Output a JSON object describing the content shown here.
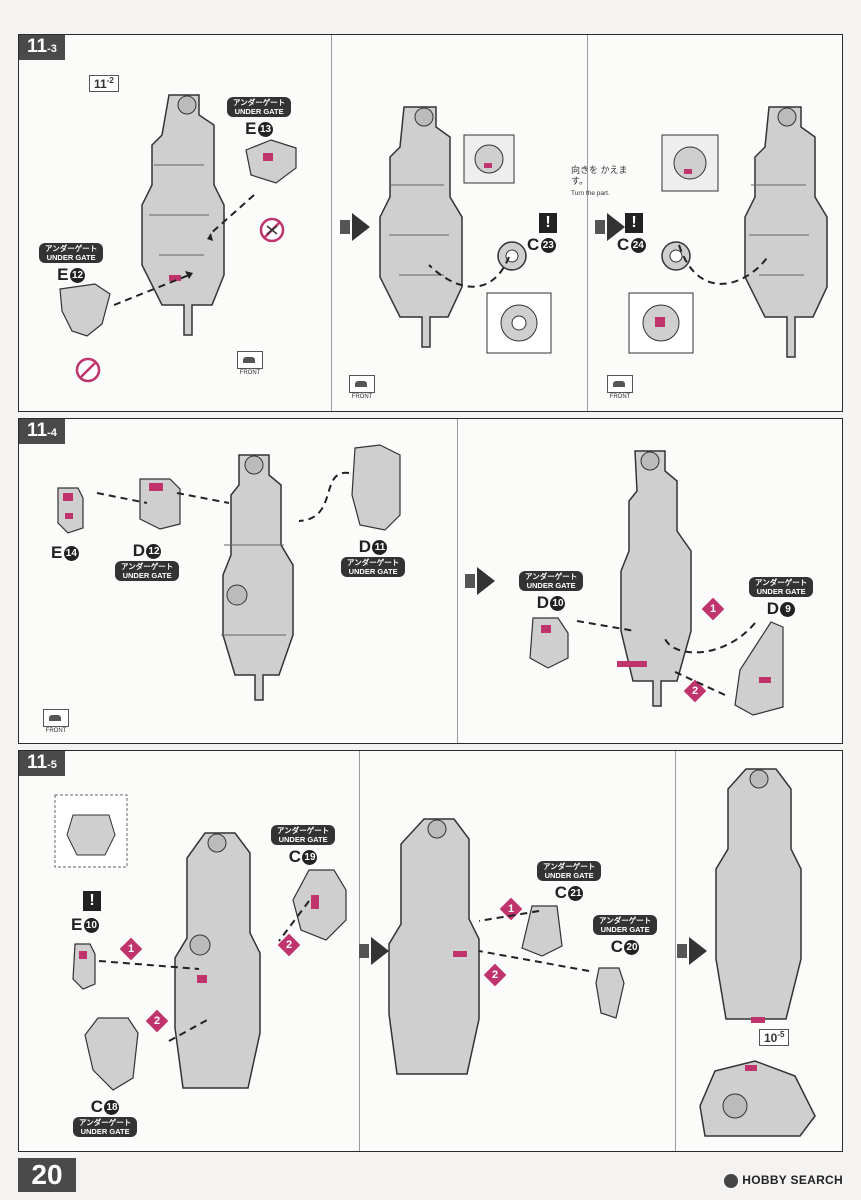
{
  "page": {
    "number": "20",
    "watermark": "HOBBY SEARCH"
  },
  "colors": {
    "accent": "#c0346e",
    "ink": "#2b2b2b",
    "label_bg": "#4a4a4a",
    "part_fill": "#cfcfcf"
  },
  "common": {
    "under_gate_jp": "アンダーゲート",
    "under_gate_en": "UNDER GATE",
    "front_jp": "前",
    "front_en": "FRONT"
  },
  "step_11_3": {
    "label_main": "11",
    "label_sub": "-3",
    "ref": {
      "main": "11",
      "sub": "-2"
    },
    "parts": [
      {
        "code": "E",
        "num": "13"
      },
      {
        "code": "E",
        "num": "12"
      },
      {
        "code": "C",
        "num": "23"
      },
      {
        "code": "C",
        "num": "24"
      }
    ],
    "turn_note_jp": "向きを かえます。",
    "turn_note_en": "Turn the part.",
    "icons": [
      "do-not-cut-icon",
      "warning-icon",
      "next-step-arrow-icon",
      "front-icon"
    ]
  },
  "step_11_4": {
    "label_main": "11",
    "label_sub": "-4",
    "parts": [
      {
        "code": "E",
        "num": "14"
      },
      {
        "code": "D",
        "num": "12"
      },
      {
        "code": "D",
        "num": "11"
      },
      {
        "code": "D",
        "num": "10"
      },
      {
        "code": "D",
        "num": "9"
      }
    ],
    "order": [
      "1",
      "2"
    ]
  },
  "step_11_5": {
    "label_main": "11",
    "label_sub": "-5",
    "ref": {
      "main": "10",
      "sub": "-5"
    },
    "parts": [
      {
        "code": "C",
        "num": "19"
      },
      {
        "code": "E",
        "num": "10"
      },
      {
        "code": "C",
        "num": "18"
      },
      {
        "code": "C",
        "num": "21"
      },
      {
        "code": "C",
        "num": "20"
      }
    ],
    "order": [
      "1",
      "2"
    ]
  }
}
